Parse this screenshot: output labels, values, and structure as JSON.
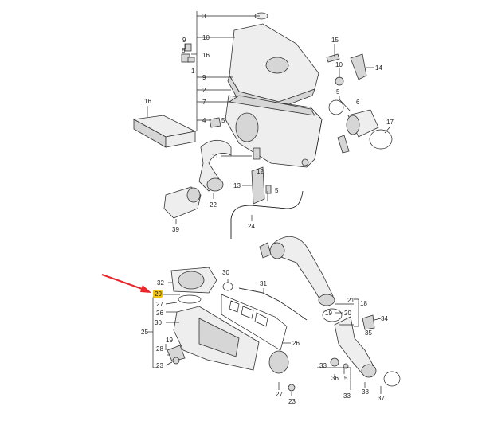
{
  "diagram": {
    "callouts": [
      {
        "id": "c3",
        "text": "3"
      },
      {
        "id": "c10",
        "text": "10"
      },
      {
        "id": "c9a",
        "text": "9"
      },
      {
        "id": "c8",
        "text": "8"
      },
      {
        "id": "c16a",
        "text": "16"
      },
      {
        "id": "c1",
        "text": "1"
      },
      {
        "id": "c9b",
        "text": "9"
      },
      {
        "id": "c2",
        "text": "2"
      },
      {
        "id": "c7",
        "text": "7"
      },
      {
        "id": "c4",
        "text": "4"
      },
      {
        "id": "c5a",
        "text": "5"
      },
      {
        "id": "c16b",
        "text": "16"
      },
      {
        "id": "c15",
        "text": "15"
      },
      {
        "id": "c10b",
        "text": "10"
      },
      {
        "id": "c14",
        "text": "14"
      },
      {
        "id": "c5b",
        "text": "5"
      },
      {
        "id": "c6",
        "text": "6"
      },
      {
        "id": "c17",
        "text": "17"
      },
      {
        "id": "c11",
        "text": "11"
      },
      {
        "id": "c12",
        "text": "12"
      },
      {
        "id": "c13",
        "text": "13"
      },
      {
        "id": "c5c",
        "text": "5"
      },
      {
        "id": "c22",
        "text": "22"
      },
      {
        "id": "c39",
        "text": "39"
      },
      {
        "id": "c24",
        "text": "24"
      },
      {
        "id": "c19",
        "text": "19"
      },
      {
        "id": "c20",
        "text": "20"
      },
      {
        "id": "c21",
        "text": "21"
      },
      {
        "id": "c18",
        "text": "18"
      },
      {
        "id": "c34",
        "text": "34"
      },
      {
        "id": "c35",
        "text": "35"
      },
      {
        "id": "c30a",
        "text": "30"
      },
      {
        "id": "c31",
        "text": "31"
      },
      {
        "id": "c32",
        "text": "32"
      },
      {
        "id": "c29",
        "text": "29"
      },
      {
        "id": "c27a",
        "text": "27"
      },
      {
        "id": "c26a",
        "text": "26"
      },
      {
        "id": "c30b",
        "text": "30"
      },
      {
        "id": "c25",
        "text": "25"
      },
      {
        "id": "c26b",
        "text": "26"
      },
      {
        "id": "c19b",
        "text": "19"
      },
      {
        "id": "c28",
        "text": "28"
      },
      {
        "id": "c23a",
        "text": "23"
      },
      {
        "id": "c33a",
        "text": "33"
      },
      {
        "id": "c36",
        "text": "36"
      },
      {
        "id": "c5d",
        "text": "5"
      },
      {
        "id": "c38",
        "text": "38"
      },
      {
        "id": "c37",
        "text": "37"
      },
      {
        "id": "c33b",
        "text": "33"
      },
      {
        "id": "c27b",
        "text": "27"
      },
      {
        "id": "c23b",
        "text": "23"
      }
    ],
    "highlighted_part": "29",
    "colors": {
      "arrow": "#e8262c",
      "highlight": "#f2c40f",
      "line": "#222222"
    }
  }
}
